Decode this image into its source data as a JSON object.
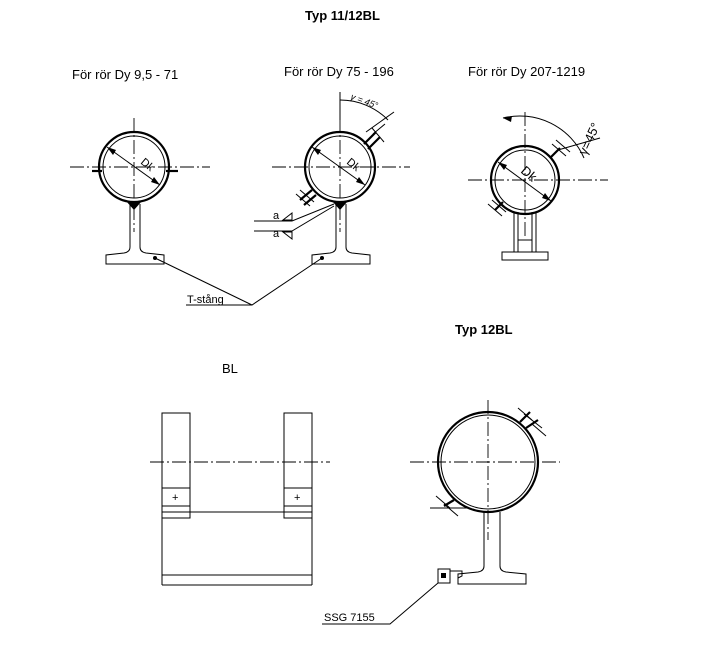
{
  "titles": {
    "main": "Typ 11/12BL",
    "secondary": "Typ 12BL",
    "bl": "BL"
  },
  "variants": {
    "small": "För rör Dy 9,5 - 71",
    "medium": "För rör Dy 75 - 196",
    "large": "För rör Dy 207-1219"
  },
  "labels": {
    "dk": "Dk",
    "angle_medium": "γ = 45°",
    "angle_large": "γ=45°",
    "weld_a": "a",
    "tstang": "T-stång",
    "ssg": "SSG 7155"
  }
}
